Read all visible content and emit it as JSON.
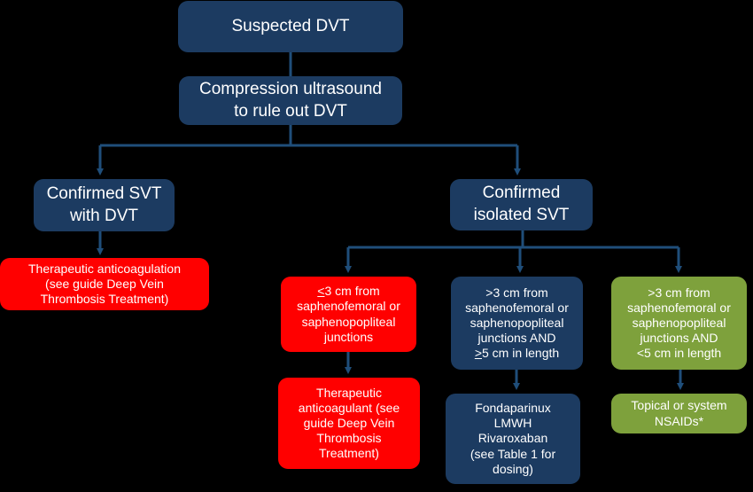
{
  "colors": {
    "background": "#000000",
    "navy": "#1c3b61",
    "red": "#ff0000",
    "green": "#7ea13c",
    "connector": "#1f4e7a"
  },
  "nodes": {
    "suspected": "Suspected DVT",
    "ultrasound": "Compression ultrasound\nto rule out DVT",
    "svt_with_dvt": "Confirmed SVT\nwith DVT",
    "isolated_svt": "Confirmed\nisolated SVT",
    "therapeutic_anticoagulation": "Therapeutic anticoagulation\n(see guide Deep Vein\nThrombosis Treatment)",
    "le3cm": {
      "symbol": "<",
      "text": "3 cm from\nsaphenofemoral or\nsaphenopopliteal\njunctions"
    },
    "gt3cm_ge5": {
      "line1": ">3 cm from\nsaphenofemoral or\nsaphenopopliteal\njunctions AND",
      "symbol": ">",
      "line2": "5 cm in length"
    },
    "gt3cm_lt5": ">3 cm from\nsaphenofemoral or\nsaphenopopliteal\njunctions AND\n<5 cm in length",
    "therapeutic_anticoagulant": "Therapeutic\nanticoagulant (see\nguide Deep Vein\nThrombosis\nTreatment)",
    "fondaparinux": "Fondaparinux\nLMWH\nRivaroxaban\n(see Table 1 for\ndosing)",
    "nsaids": "Topical or system\nNSAIDs*"
  }
}
